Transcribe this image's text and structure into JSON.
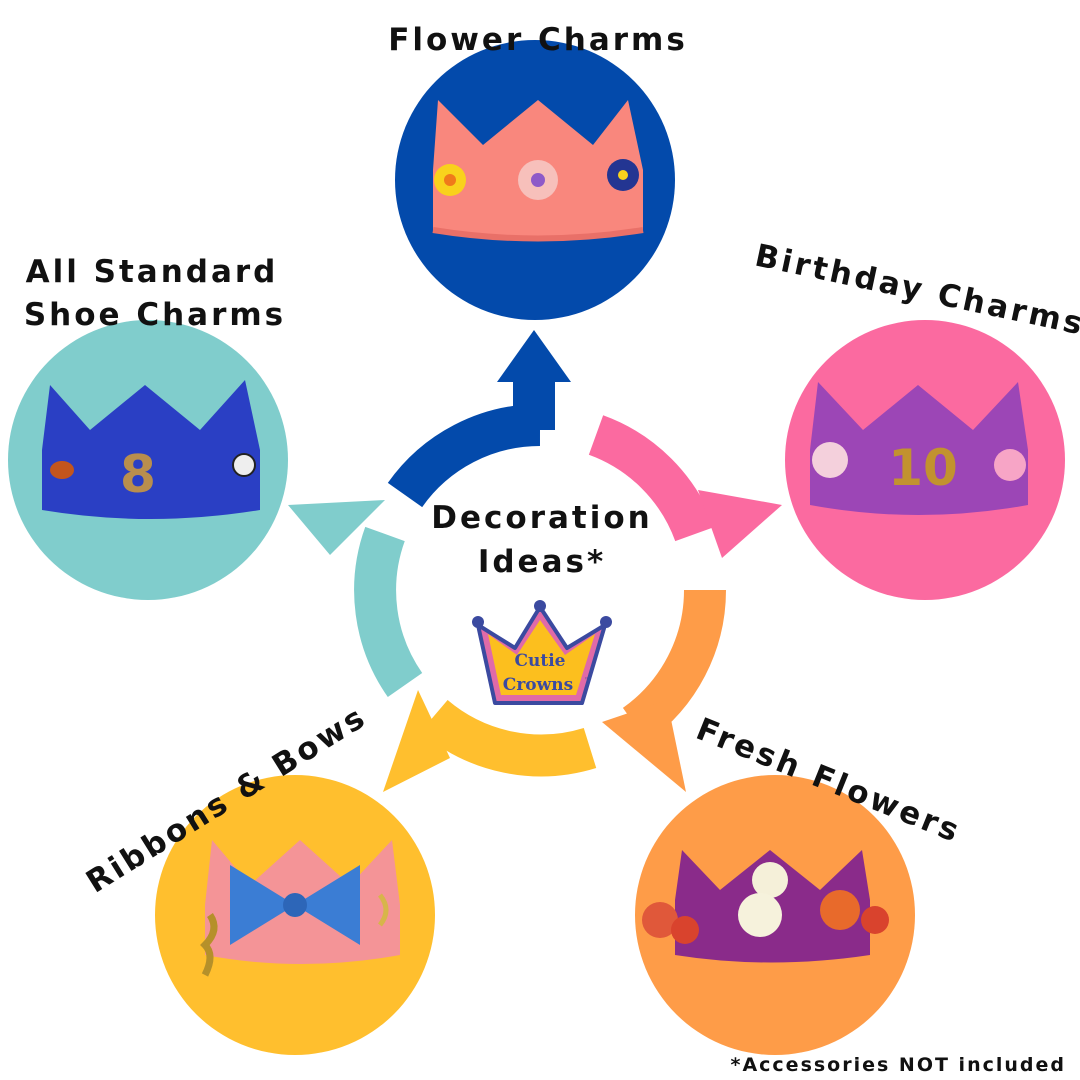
{
  "center": {
    "line1": "Decoration",
    "line2": "Ideas*"
  },
  "logo": {
    "line1": "Cutie",
    "line2": "Crowns",
    "tm": "™"
  },
  "options": [
    {
      "label": "Flower Charms",
      "color": "#034aab"
    },
    {
      "label_line1": "All Standard",
      "label_line2": "Shoe Charms",
      "color": "#80cdcc"
    },
    {
      "label": "Birthday Charms",
      "color": "#fb6aa0",
      "badge": "10"
    },
    {
      "label": "Ribbons & Bows",
      "color": "#ffbf2e"
    },
    {
      "label": "Fresh Flowers",
      "color": "#fe9c48"
    }
  ],
  "shoe_charm_number": "8",
  "footnote": "*Accessories NOT included"
}
